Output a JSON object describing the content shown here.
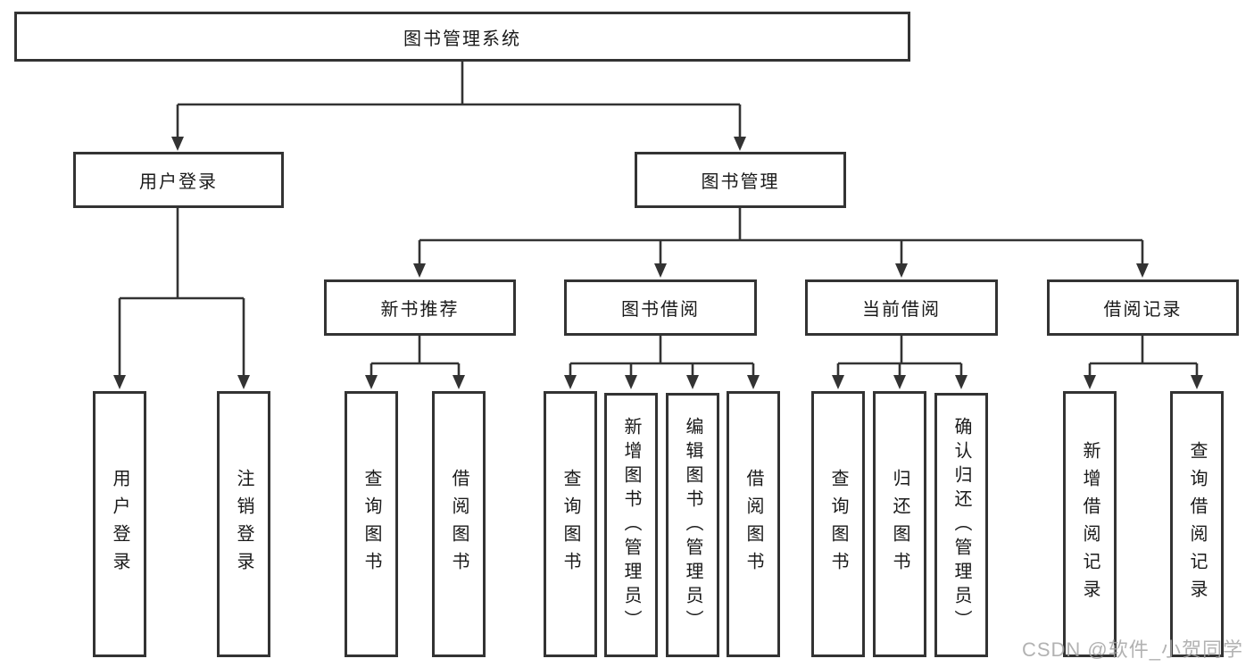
{
  "colors": {
    "background": "#ffffff",
    "box_border": "#333333",
    "line": "#333333",
    "text": "#1a1a1a",
    "watermark": "#a5a5a5"
  },
  "watermark": {
    "text": "CSDN @软件_小贺同学"
  },
  "diagram": {
    "root": {
      "label": "图书管理系统"
    },
    "branches": [
      {
        "label": "用户登录",
        "leaves": [
          {
            "label": "用户登录"
          },
          {
            "label": "注销登录"
          }
        ]
      },
      {
        "label": "图书管理",
        "groups": [
          {
            "label": "新书推荐",
            "leaves": [
              {
                "label": "查询图书"
              },
              {
                "label": "借阅图书"
              }
            ]
          },
          {
            "label": "图书借阅",
            "leaves": [
              {
                "label": "查询图书"
              },
              {
                "label": "新增图书（管理员）"
              },
              {
                "label": "编辑图书（管理员）"
              },
              {
                "label": "借阅图书"
              }
            ]
          },
          {
            "label": "当前借阅",
            "leaves": [
              {
                "label": "查询图书"
              },
              {
                "label": "归还图书"
              },
              {
                "label": "确认归还（管理员）"
              }
            ]
          },
          {
            "label": "借阅记录",
            "leaves": [
              {
                "label": "新增借阅记录"
              },
              {
                "label": "查询借阅记录"
              }
            ]
          }
        ]
      }
    ]
  }
}
